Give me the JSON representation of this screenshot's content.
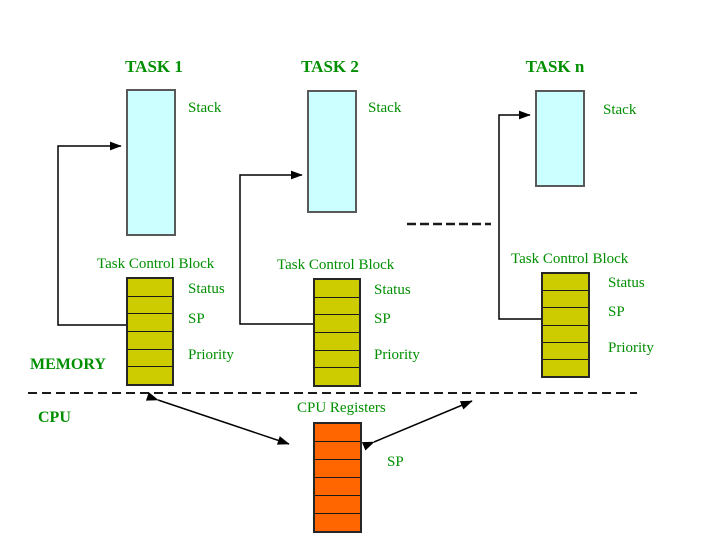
{
  "tasks": [
    {
      "title": "TASK 1",
      "stack_label": "Stack",
      "tcb_title": "Task Control Block",
      "fields": [
        "Status",
        "SP",
        "Priority"
      ]
    },
    {
      "title": "TASK 2",
      "stack_label": "Stack",
      "tcb_title": "Task Control Block",
      "fields": [
        "Status",
        "SP",
        "Priority"
      ]
    },
    {
      "title": "TASK n",
      "stack_label": "Stack",
      "tcb_title": "Task Control Block",
      "fields": [
        "Status",
        "SP",
        "Priority"
      ]
    }
  ],
  "memory_label": "MEMORY",
  "cpu_label": "CPU",
  "cpu": {
    "registers_label": "CPU Registers",
    "sp_label": "SP"
  },
  "colors": {
    "text_green": "#008f00",
    "stack_fill": "#ccffff",
    "tcb_fill": "#cccc00",
    "cpu_registers_fill": "#ff6600",
    "line": "#1a1a1a"
  }
}
